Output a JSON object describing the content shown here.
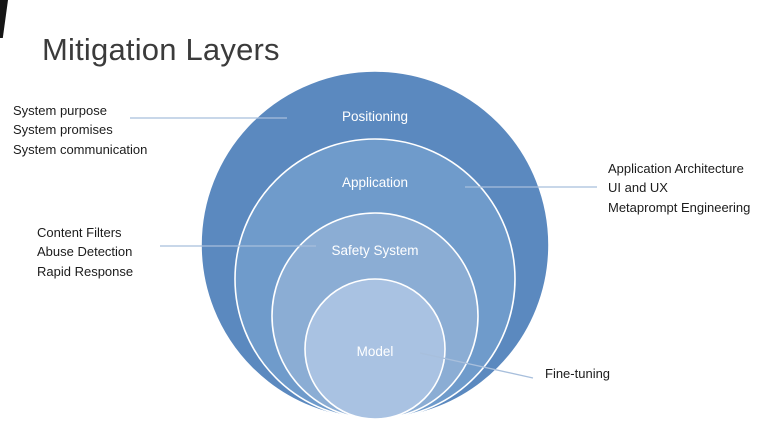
{
  "slide": {
    "title": "Mitigation Layers"
  },
  "diagram": {
    "type": "nested-concentric-layers",
    "connector_color": "#a8bfdc",
    "outline_color": "#ffffff",
    "layers": [
      {
        "label": "Positioning",
        "fill": "#5b89bf"
      },
      {
        "label": "Application",
        "fill": "#6f9bcb"
      },
      {
        "label": "Safety System",
        "fill": "#8badd4"
      },
      {
        "label": "Model",
        "fill": "#a9c2e2"
      }
    ],
    "annotations": [
      {
        "side": "left",
        "target": "Positioning",
        "lines": [
          "System purpose",
          "System promises",
          "System communication"
        ]
      },
      {
        "side": "right",
        "target": "Application",
        "lines": [
          "Application Architecture",
          "UI and UX",
          "Metaprompt Engineering"
        ]
      },
      {
        "side": "left",
        "target": "Safety System",
        "lines": [
          "Content Filters",
          "Abuse Detection",
          "Rapid Response"
        ]
      },
      {
        "side": "right",
        "target": "Model",
        "lines": [
          "Fine-tuning"
        ]
      }
    ]
  }
}
